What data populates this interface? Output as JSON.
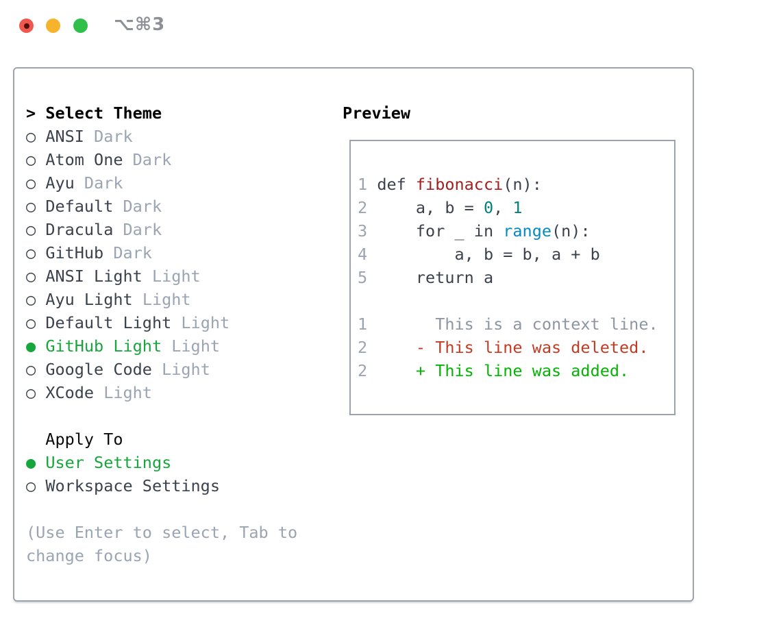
{
  "window": {
    "title": "⌥⌘3",
    "traffic_lights": [
      "close",
      "minimize",
      "zoom"
    ]
  },
  "glyphs": {
    "prompt": ">",
    "radio_selected": "●",
    "radio_unselected": "○"
  },
  "theme_list": {
    "prompt": ">",
    "title": "Select Theme",
    "items": [
      {
        "name": "ANSI",
        "variant": "Dark",
        "selected": false
      },
      {
        "name": "Atom One",
        "variant": "Dark",
        "selected": false
      },
      {
        "name": "Ayu",
        "variant": "Dark",
        "selected": false
      },
      {
        "name": "Default",
        "variant": "Dark",
        "selected": false
      },
      {
        "name": "Dracula",
        "variant": "Dark",
        "selected": false
      },
      {
        "name": "GitHub",
        "variant": "Dark",
        "selected": false
      },
      {
        "name": "ANSI Light",
        "variant": "Light",
        "selected": false
      },
      {
        "name": "Ayu Light",
        "variant": "Light",
        "selected": false
      },
      {
        "name": "Default Light",
        "variant": "Light",
        "selected": false
      },
      {
        "name": "GitHub Light",
        "variant": "Light",
        "selected": true
      },
      {
        "name": "Google Code",
        "variant": "Light",
        "selected": false
      },
      {
        "name": "XCode",
        "variant": "Light",
        "selected": false
      }
    ]
  },
  "apply_to": {
    "title": "Apply To",
    "options": [
      {
        "name": "User Settings",
        "selected": true
      },
      {
        "name": "Workspace Settings",
        "selected": false
      }
    ]
  },
  "hint_lines": [
    "(Use Enter to select, Tab to",
    "change focus)"
  ],
  "preview": {
    "title": "Preview",
    "lines": [
      {
        "num": "1",
        "tokens": [
          {
            "t": "def ",
            "c": "text"
          },
          {
            "t": "fibonacci",
            "c": "function"
          },
          {
            "t": "(n):",
            "c": "text"
          }
        ]
      },
      {
        "num": "2",
        "tokens": [
          {
            "t": "    a, b = ",
            "c": "text"
          },
          {
            "t": "0",
            "c": "number"
          },
          {
            "t": ", ",
            "c": "text"
          },
          {
            "t": "1",
            "c": "number"
          }
        ]
      },
      {
        "num": "3",
        "tokens": [
          {
            "t": "    for _ in ",
            "c": "text"
          },
          {
            "t": "range",
            "c": "builtin"
          },
          {
            "t": "(n):",
            "c": "text"
          }
        ]
      },
      {
        "num": "4",
        "tokens": [
          {
            "t": "        a, b = b, a + b",
            "c": "text"
          }
        ]
      },
      {
        "num": "5",
        "tokens": [
          {
            "t": "    return a",
            "c": "text"
          }
        ]
      },
      {
        "num": "",
        "tokens": []
      },
      {
        "num": "1",
        "tokens": [
          {
            "t": "      This is a context line.",
            "c": "context"
          }
        ]
      },
      {
        "num": "2",
        "tokens": [
          {
            "t": "    - This line was deleted.",
            "c": "deleted"
          }
        ]
      },
      {
        "num": "2",
        "tokens": [
          {
            "t": "    + This line was added.",
            "c": "added"
          }
        ]
      }
    ]
  },
  "colors": {
    "panel_border": "#9aa3ae",
    "text_dark": "#3b424c",
    "text_muted": "#9aa4b2",
    "selection_green": "#17a63c",
    "diff_added_green": "#04b404",
    "diff_deleted_red": "#c53b22",
    "diff_context_gray": "#8d96a2",
    "syntax_function_red": "#a32020",
    "syntax_number_teal": "#008080",
    "syntax_builtin_blue": "#0689c4",
    "traffic_red": "#f0574d",
    "traffic_yellow": "#f6b42d",
    "traffic_green": "#30c049",
    "title_gray": "#8d9196"
  }
}
